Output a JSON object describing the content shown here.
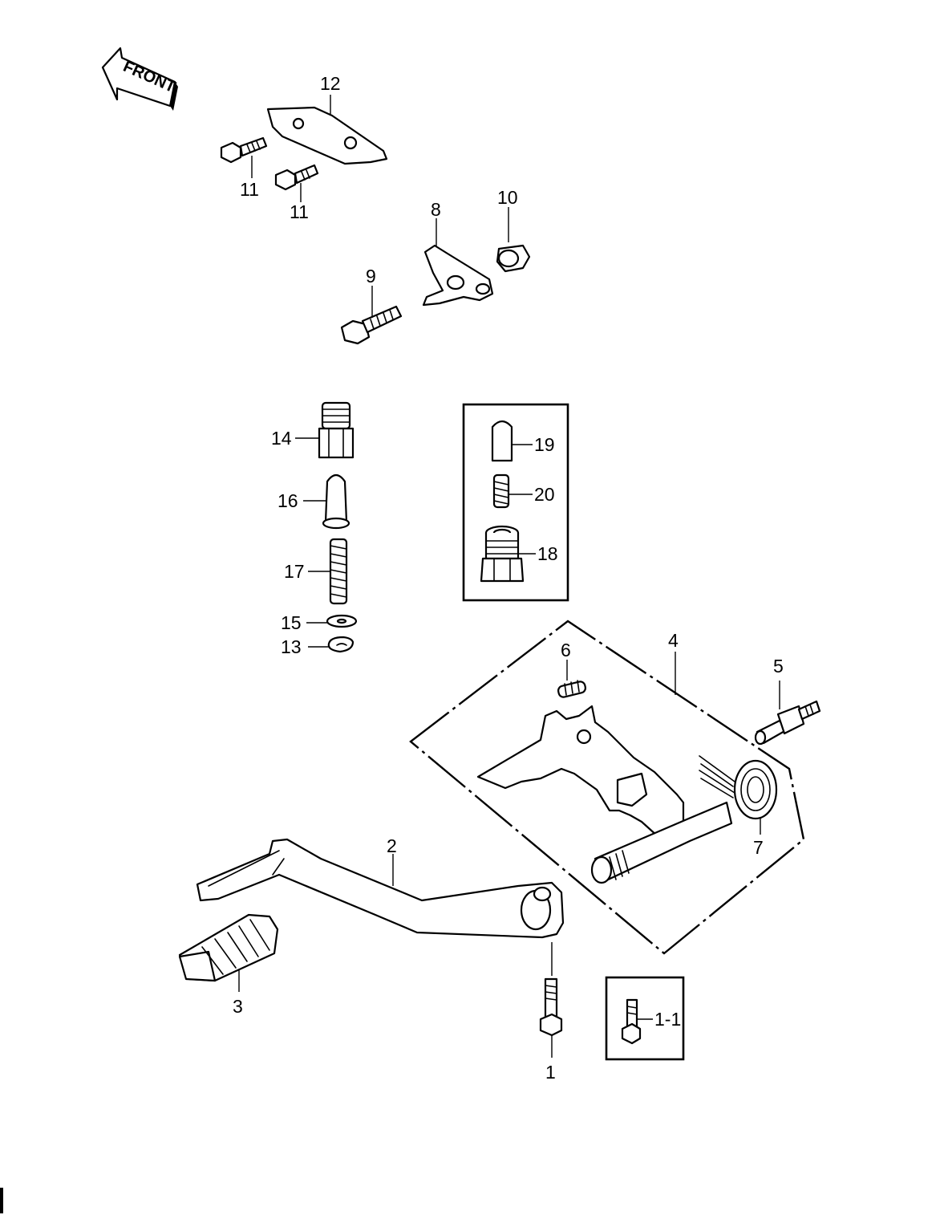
{
  "front_arrow": {
    "label": "FRONT"
  },
  "callouts": {
    "p1": "1",
    "p1_1": "1-1",
    "p2": "2",
    "p3": "3",
    "p4": "4",
    "p5": "5",
    "p6": "6",
    "p7": "7",
    "p8": "8",
    "p9": "9",
    "p10": "10",
    "p11a": "11",
    "p11b": "11",
    "p12": "12",
    "p13": "13",
    "p14": "14",
    "p15": "15",
    "p16": "16",
    "p17": "17",
    "p18": "18",
    "p19": "19",
    "p20": "20"
  }
}
